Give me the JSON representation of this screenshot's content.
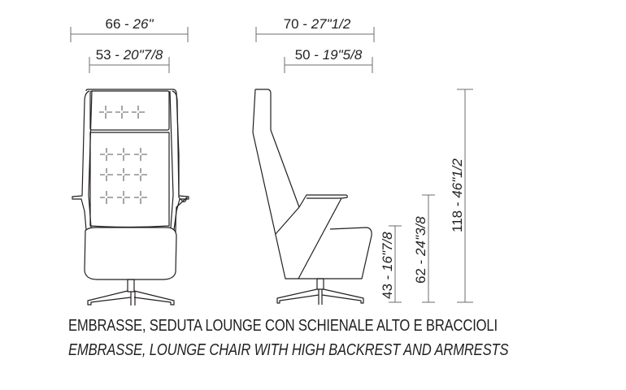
{
  "product": {
    "name": "EMBRASSE",
    "caption_it": "EMBRASSE, SEDUTA LOUNGE CON SCHIENALE ALTO E BRACCIOLI",
    "caption_en": "EMBRASSE, LOUNGE CHAIR WITH HIGH BACKREST AND ARMRESTS"
  },
  "dimensions": {
    "front_overall_width": {
      "cm": "66",
      "sep": " - ",
      "inch": "26\""
    },
    "front_seat_width": {
      "cm": "53",
      "sep": " - ",
      "inch": "20\"7/8"
    },
    "side_overall_depth": {
      "cm": "70",
      "sep": " - ",
      "inch": "27\"1/2"
    },
    "side_seat_depth": {
      "cm": "50",
      "sep": " - ",
      "inch": "19\"5/8"
    },
    "seat_height": {
      "cm": "43",
      "sep": " - ",
      "inch": "16\"7/8"
    },
    "armrest_height": {
      "cm": "62",
      "sep": " - ",
      "inch": "24\"3/8"
    },
    "overall_height": {
      "cm": "118",
      "sep": " - ",
      "inch": "46\"1/2"
    }
  },
  "views": {
    "front": "front-view",
    "side": "side-view"
  },
  "colors": {
    "line": "#231f20",
    "dim_line": "#6d6e71",
    "background": "#ffffff"
  }
}
